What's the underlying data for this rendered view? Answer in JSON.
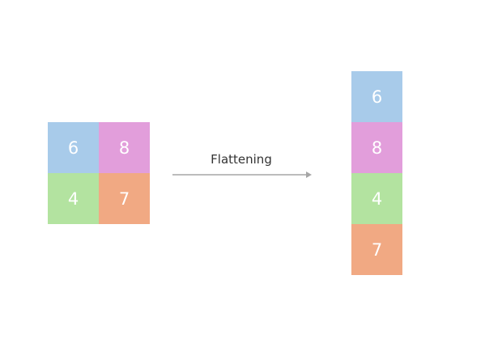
{
  "operation_label": "Flattening",
  "colors": {
    "blue": "#a8cbea",
    "pink": "#e29edb",
    "green": "#b3e3a0",
    "orange": "#f1a983",
    "arrow": "#a6a6a6"
  },
  "input_grid": [
    [
      {
        "value": "6",
        "color": "#a8cbea"
      },
      {
        "value": "8",
        "color": "#e29edb"
      }
    ],
    [
      {
        "value": "4",
        "color": "#b3e3a0"
      },
      {
        "value": "7",
        "color": "#f1a983"
      }
    ]
  ],
  "output_column": [
    {
      "value": "6",
      "color": "#a8cbea"
    },
    {
      "value": "8",
      "color": "#e29edb"
    },
    {
      "value": "4",
      "color": "#b3e3a0"
    },
    {
      "value": "7",
      "color": "#f1a983"
    }
  ]
}
